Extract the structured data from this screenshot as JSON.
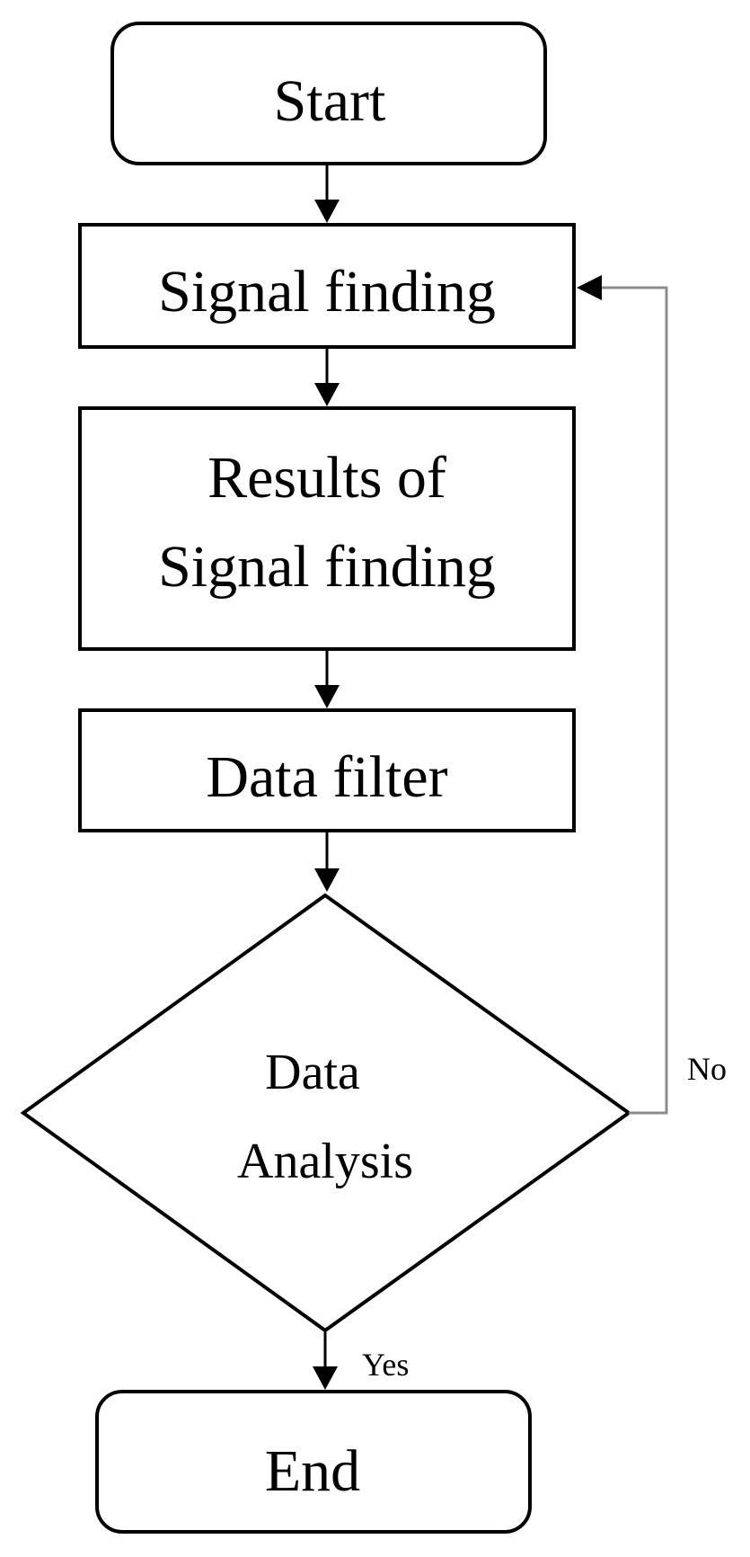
{
  "diagram": {
    "nodes": {
      "start": {
        "label": "Start",
        "shape": "rounded-rectangle"
      },
      "signal_finding": {
        "label": "Signal finding",
        "shape": "rectangle"
      },
      "results": {
        "line1": "Results of",
        "line2": "Signal finding",
        "shape": "rectangle"
      },
      "data_filter": {
        "label": "Data filter",
        "shape": "rectangle"
      },
      "decision": {
        "line1": "Data",
        "line2": "Analysis",
        "shape": "diamond"
      },
      "end": {
        "label": "End",
        "shape": "rounded-rectangle"
      }
    },
    "edges": [
      {
        "from": "start",
        "to": "signal_finding",
        "label": ""
      },
      {
        "from": "signal_finding",
        "to": "results",
        "label": ""
      },
      {
        "from": "results",
        "to": "data_filter",
        "label": ""
      },
      {
        "from": "data_filter",
        "to": "decision",
        "label": ""
      },
      {
        "from": "decision",
        "to": "end",
        "label": "Yes"
      },
      {
        "from": "decision",
        "to": "signal_finding",
        "label": "No"
      }
    ],
    "colors": {
      "stroke": "#000000",
      "loop_line": "#8c8c8c",
      "background": "#ffffff"
    }
  }
}
